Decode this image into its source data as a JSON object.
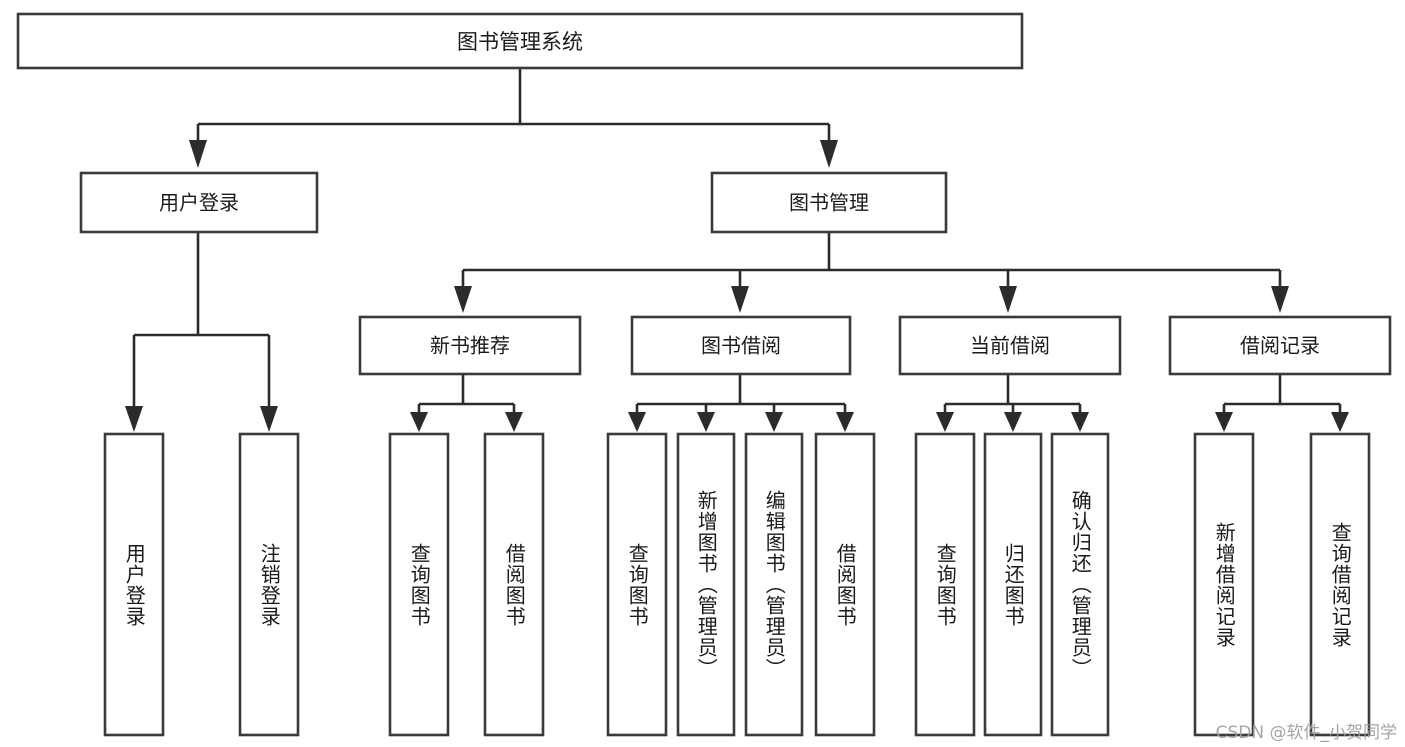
{
  "diagram": {
    "title": "图书管理系统",
    "type": "tree-hierarchy",
    "background_color": "#ffffff",
    "box_stroke_color": "#3a3a3a",
    "connector_color": "#2b2b2b",
    "text_color": "#1a1a1a"
  },
  "nodes": {
    "root": {
      "label": "图书管理系统"
    },
    "level2": [
      {
        "label": "用户登录"
      },
      {
        "label": "图书管理"
      }
    ],
    "level3": [
      {
        "label": "新书推荐"
      },
      {
        "label": "图书借阅"
      },
      {
        "label": "当前借阅"
      },
      {
        "label": "借阅记录"
      }
    ],
    "leaves": [
      {
        "label": "用户登录",
        "parent": "用户登录"
      },
      {
        "label": "注销登录",
        "parent": "用户登录"
      },
      {
        "label": "查询图书",
        "parent": "新书推荐"
      },
      {
        "label": "借阅图书",
        "parent": "新书推荐"
      },
      {
        "label": "查询图书",
        "parent": "图书借阅"
      },
      {
        "label": "新增图书（管理员）",
        "parent": "图书借阅"
      },
      {
        "label": "编辑图书（管理员）",
        "parent": "图书借阅"
      },
      {
        "label": "借阅图书",
        "parent": "图书借阅"
      },
      {
        "label": "查询图书",
        "parent": "当前借阅"
      },
      {
        "label": "归还图书",
        "parent": "当前借阅"
      },
      {
        "label": "确认归还（管理员）",
        "parent": "当前借阅"
      },
      {
        "label": "新增借阅记录",
        "parent": "借阅记录"
      },
      {
        "label": "查询借阅记录",
        "parent": "借阅记录"
      }
    ]
  },
  "watermark": {
    "text": "CSDN @软件_小贺同学"
  }
}
